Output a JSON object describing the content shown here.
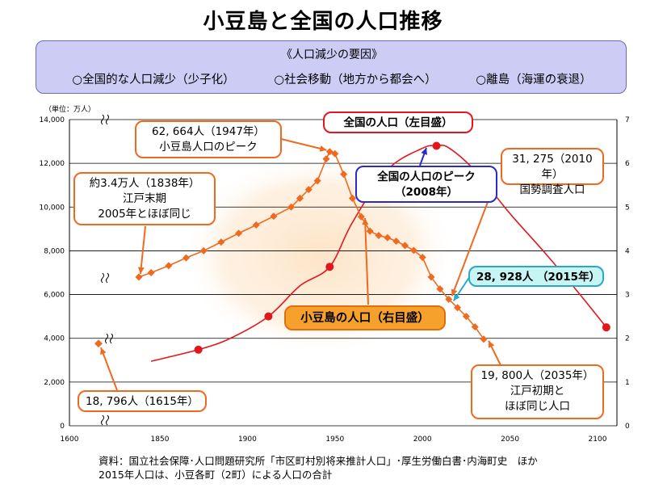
{
  "title": "小豆島と全国の人口推移",
  "factors": {
    "heading": "《人口減少の要因》",
    "items": [
      "○全国的な人口減少（少子化）",
      "○社会移動（地方から都会へ）",
      "○離島（海運の衰退）"
    ]
  },
  "unit_label": "（単位：万人）",
  "chart_data": {
    "type": "line",
    "x": {
      "range": [
        1600,
        2110
      ],
      "ticks": [
        "1600",
        "1850",
        "1900",
        "1950",
        "2000",
        "2050",
        "2100"
      ],
      "scale_break": true
    },
    "y_left": {
      "range": [
        0,
        14000
      ],
      "ticks": [
        "0",
        "2,000",
        "4,000",
        "6,000",
        "8,000",
        "10,000",
        "12,000",
        "14,000"
      ]
    },
    "y_right": {
      "range": [
        0,
        7
      ],
      "ticks": [
        "0",
        "1",
        "2",
        "3",
        "4",
        "5",
        "6",
        "7"
      ]
    },
    "grid": true,
    "series": [
      {
        "name": "全国の人口（左目盛）",
        "color": "#e4161d",
        "axis": "left",
        "points": [
          [
            1845,
            2950
          ],
          [
            1872,
            3480
          ],
          [
            1890,
            3990
          ],
          [
            1912,
            5000
          ],
          [
            1930,
            6400
          ],
          [
            1947,
            7270
          ],
          [
            1960,
            9300
          ],
          [
            1980,
            11700
          ],
          [
            2000,
            12690
          ],
          [
            2008,
            12800
          ],
          [
            2015,
            12710
          ],
          [
            2030,
            11660
          ],
          [
            2050,
            9700
          ],
          [
            2070,
            7900
          ],
          [
            2090,
            6000
          ],
          [
            2105,
            4500
          ]
        ],
        "markers": [
          [
            1872,
            3480
          ],
          [
            1912,
            5000
          ],
          [
            1947,
            7270
          ],
          [
            2008,
            12800
          ],
          [
            2105,
            4500
          ]
        ]
      },
      {
        "name": "小豆島の人口（右目盛）",
        "color": "#ef6a1e",
        "axis": "right",
        "points": [
          [
            1838,
            3.4
          ],
          [
            1845,
            3.5
          ],
          [
            1855,
            3.66
          ],
          [
            1865,
            3.84
          ],
          [
            1875,
            4.0
          ],
          [
            1885,
            4.2
          ],
          [
            1895,
            4.4
          ],
          [
            1905,
            4.59
          ],
          [
            1915,
            4.79
          ],
          [
            1925,
            5.0
          ],
          [
            1930,
            5.2
          ],
          [
            1935,
            5.4
          ],
          [
            1940,
            5.6
          ],
          [
            1945,
            6.1
          ],
          [
            1947,
            6.2664
          ],
          [
            1950,
            6.22
          ],
          [
            1955,
            5.75
          ],
          [
            1960,
            5.2
          ],
          [
            1965,
            4.78
          ],
          [
            1970,
            4.45
          ],
          [
            1975,
            4.35
          ],
          [
            1980,
            4.3
          ],
          [
            1985,
            4.22
          ],
          [
            1990,
            4.12
          ],
          [
            1995,
            4.01
          ],
          [
            2000,
            3.85
          ],
          [
            2005,
            3.4
          ],
          [
            2010,
            3.1275
          ],
          [
            2015,
            2.8928
          ],
          [
            2020,
            2.7
          ],
          [
            2025,
            2.5
          ],
          [
            2030,
            2.26
          ],
          [
            2035,
            1.98
          ]
        ],
        "island_1615": [
          1615,
          1.8796
        ]
      }
    ],
    "series_labels": [
      "全国の人口（左目盛）",
      "小豆島の人口（右目盛）"
    ],
    "annotations": [
      {
        "key": "a1838",
        "lines": [
          "約3.4万人（1838年）",
          "江戸末期",
          "2005年とほぼ同じ"
        ]
      },
      {
        "key": "a1947",
        "lines": [
          "62, 664人（1947年）",
          "小豆島人口のピーク"
        ]
      },
      {
        "key": "a2008",
        "lines": [
          "全国の人口のピーク",
          "（2008年）"
        ]
      },
      {
        "key": "a2010",
        "lines": [
          "31, 275（2010年）",
          "国勢調査人口"
        ]
      },
      {
        "key": "a2015",
        "lines": [
          "28, 928人 （2015年）"
        ]
      },
      {
        "key": "a2035",
        "lines": [
          "19, 800人（2035年）",
          "江戸初期と",
          "ほぼ同じ人口"
        ]
      },
      {
        "key": "a1615",
        "lines": [
          "18, 796人（1615年）"
        ]
      }
    ]
  },
  "source_note": [
    "資料：国立社会保障･人口問題研究所「市区町村別将来推計人口」･厚生労働白書･内海町史　ほか",
    "2015年人口は、小豆各町（2町）による人口の合計"
  ]
}
